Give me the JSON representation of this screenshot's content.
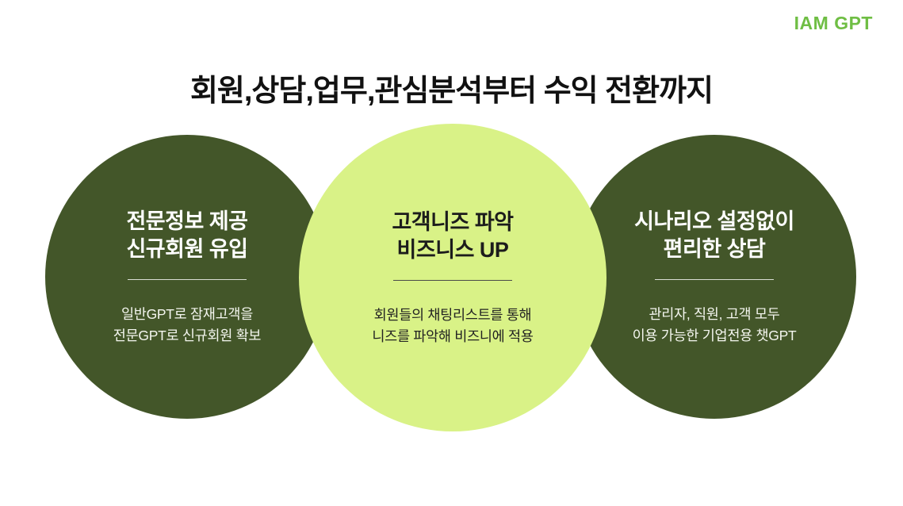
{
  "brand": {
    "logo": "IAM GPT",
    "logo_color": "#6fbe44"
  },
  "title": "회원,상담,업무,관심분석부터 수익 전환까지",
  "colors": {
    "dark_circle": "#435629",
    "light_circle": "#d9f287",
    "title_text": "#111111"
  },
  "circles": [
    {
      "theme": "dark",
      "heading": "전문정보 제공\n신규회원 유입",
      "body": "일반GPT로 잠재고객을\n전문GPT로 신규회원 확보"
    },
    {
      "theme": "light",
      "heading": "고객니즈 파악\n비즈니스 UP",
      "body": "회원들의 채팅리스트를 통해\n니즈를 파악해 비즈니에 적용"
    },
    {
      "theme": "dark",
      "heading": "시나리오 설정없이\n편리한 상담",
      "body": "관리자, 직원, 고객 모두\n이용 가능한 기업전용 챗GPT"
    }
  ]
}
